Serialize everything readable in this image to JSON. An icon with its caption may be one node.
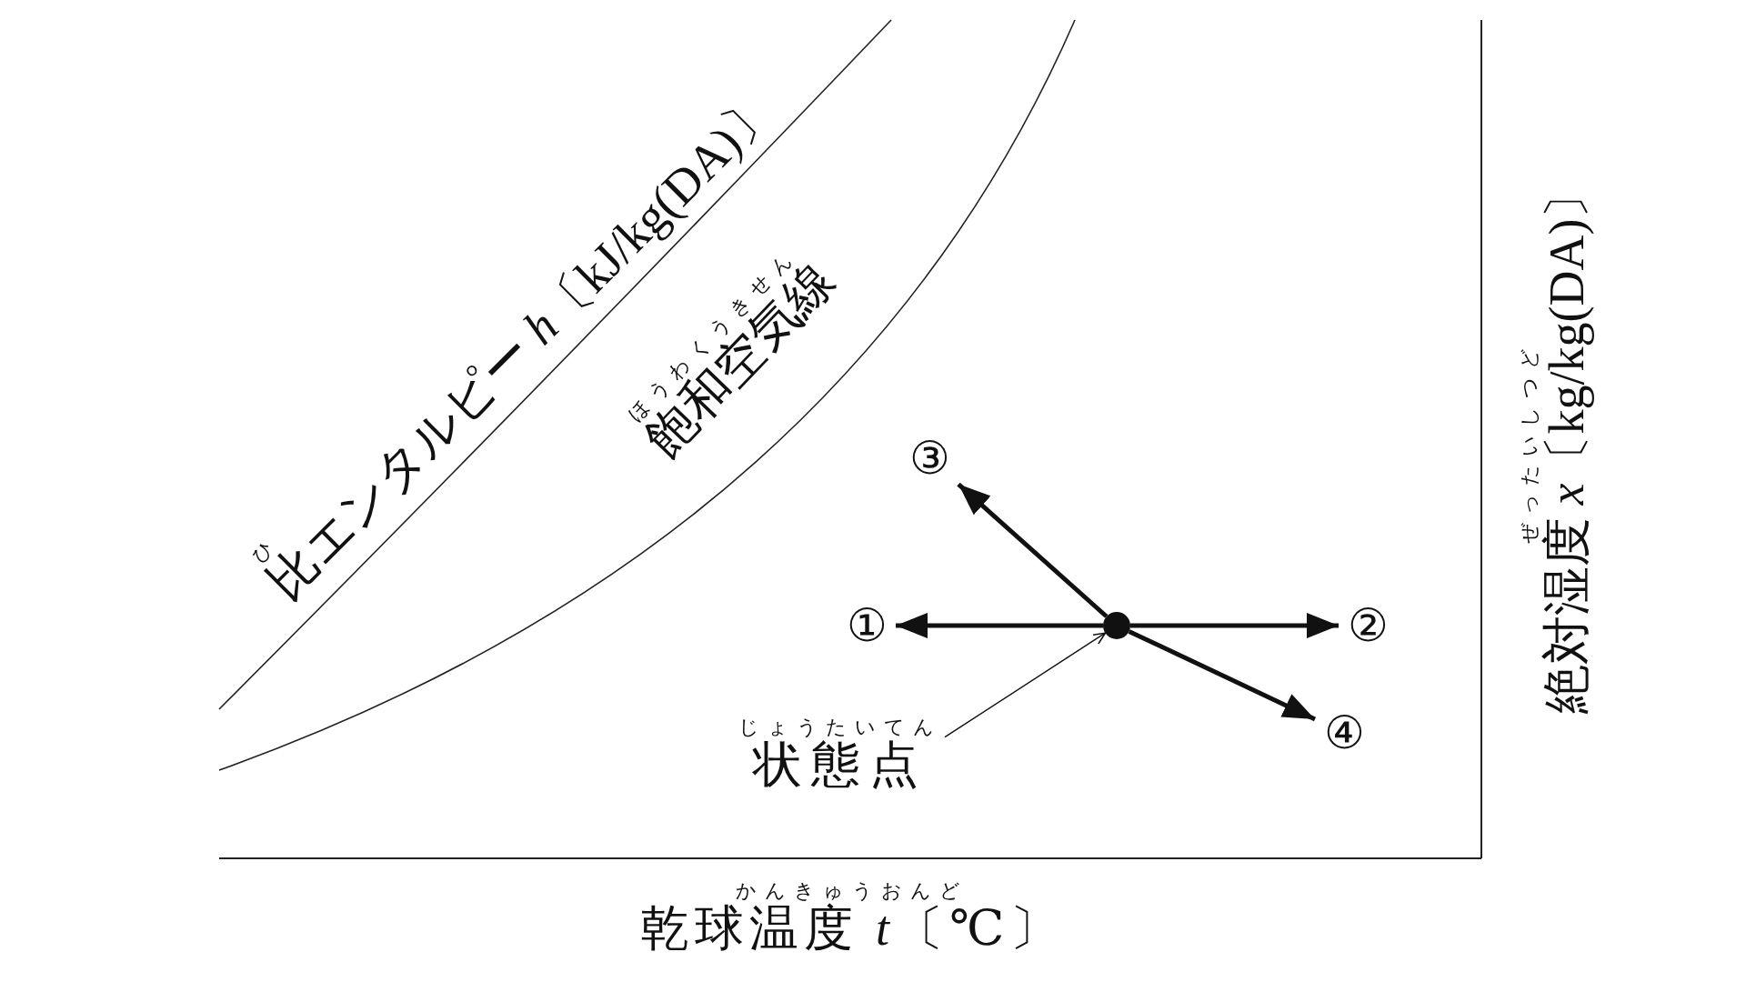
{
  "diagram": {
    "nodes": [
      {
        "text": [],
        "shape": "circle"
      },
      {
        "text": [
          "①"
        ]
      },
      {
        "text": [
          "②"
        ]
      },
      {
        "text": [
          "③"
        ]
      },
      {
        "text": [
          "④"
        ]
      },
      {
        "text": [
          "じょうたいてん",
          "状態点"
        ]
      }
    ],
    "edges": [
      {
        "from": 0,
        "to": 1,
        "arrow": "to"
      },
      {
        "from": 0,
        "to": 2,
        "arrow": "to"
      },
      {
        "from": 0,
        "to": 3,
        "arrow": "to"
      },
      {
        "from": 0,
        "to": 4,
        "arrow": "to"
      },
      {
        "from": 5,
        "to": 0,
        "arrow": "to"
      }
    ],
    "labels": [
      "ひ",
      "比エンタルピー *h*〔kJ/kg(DA)〕",
      "ほうわくうきせん",
      "飽和空気線",
      "かんきゅうおんど",
      "乾球温度 *t*〔℃〕",
      "ぜったいしつど",
      "絶対湿度 *x*〔kg/kg(DA)〕"
    ]
  }
}
